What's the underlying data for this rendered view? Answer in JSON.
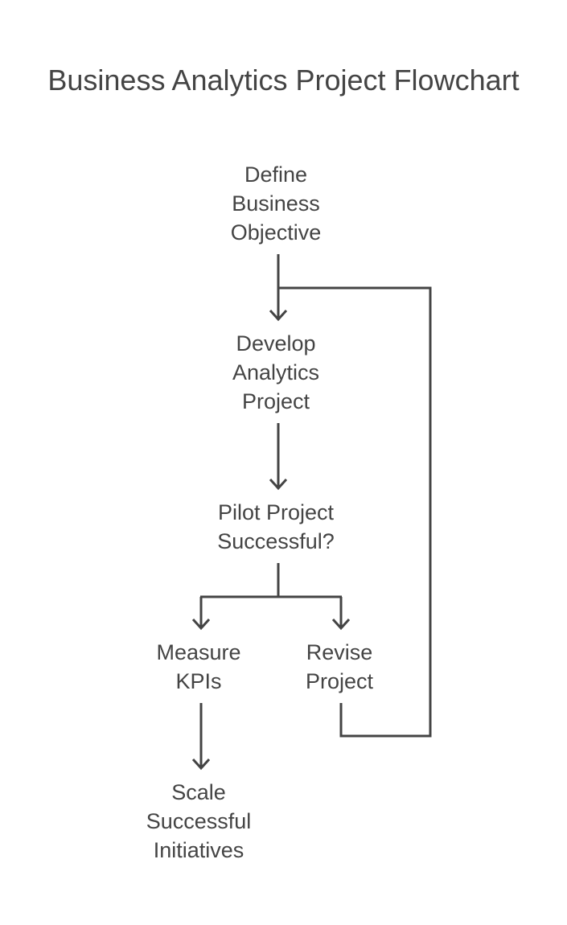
{
  "diagram": {
    "title": "Business Analytics Project Flowchart",
    "nodes": {
      "define": {
        "lines": [
          "Define",
          "Business",
          "Objective"
        ]
      },
      "develop": {
        "lines": [
          "Develop",
          "Analytics",
          "Project"
        ]
      },
      "pilot": {
        "lines": [
          "Pilot Project",
          "Successful?"
        ]
      },
      "measure": {
        "lines": [
          "Measure",
          "KPIs"
        ]
      },
      "revise": {
        "lines": [
          "Revise",
          "Project"
        ]
      },
      "scale": {
        "lines": [
          "Scale",
          "Successful",
          "Initiatives"
        ]
      }
    },
    "edges": [
      {
        "from": "define",
        "to": "develop"
      },
      {
        "from": "develop",
        "to": "pilot"
      },
      {
        "from": "pilot",
        "to": "measure"
      },
      {
        "from": "pilot",
        "to": "revise"
      },
      {
        "from": "measure",
        "to": "scale"
      },
      {
        "from": "revise",
        "to": "develop"
      }
    ],
    "colors": {
      "text": "#444444",
      "lines": "#444444",
      "background": "#ffffff"
    }
  }
}
